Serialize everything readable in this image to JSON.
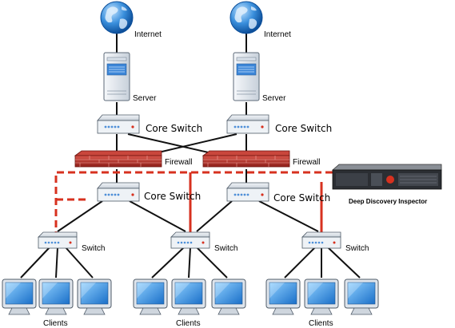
{
  "labels": {
    "internet": "Internet",
    "server": "Server",
    "core_switch": "Core Switch",
    "firewall": "Firewall",
    "switch": "Switch",
    "clients": "Clients",
    "ddi": "Deep Discovery Inspector"
  },
  "colors": {
    "line": "#111111",
    "mirror": "#d7311f",
    "firewall": "#b8352e",
    "device_face": "#e8edf2",
    "monitor_screen": "#2f8fe0",
    "globe": "#2a78c8"
  },
  "icons": [
    "globe-icon",
    "server-icon",
    "switch-icon",
    "firewall-icon",
    "monitor-icon",
    "appliance-icon"
  ]
}
